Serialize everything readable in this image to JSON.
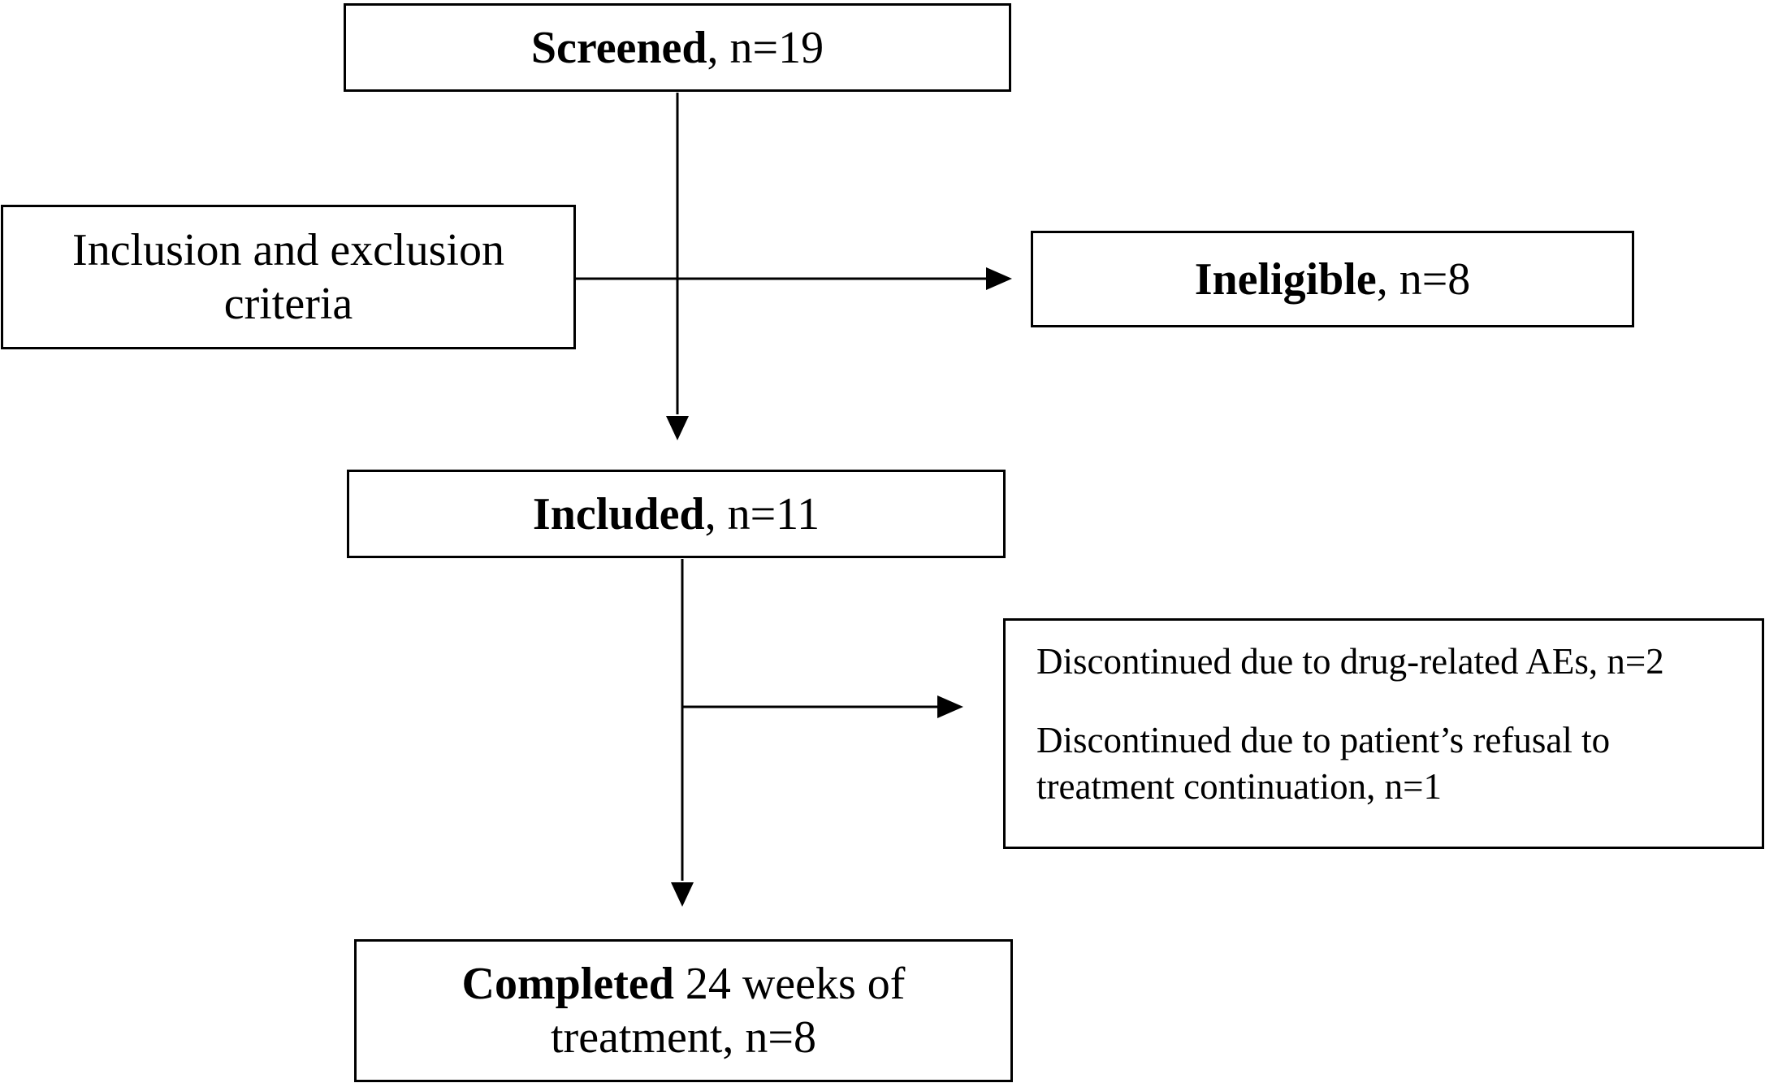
{
  "flowchart": {
    "screened": {
      "bold": "Screened",
      "rest": ", n=19"
    },
    "criteria": {
      "line1": "Inclusion and exclusion",
      "line2": "criteria"
    },
    "ineligible": {
      "bold": "Ineligible",
      "rest": ", n=8"
    },
    "included": {
      "bold": "Included",
      "rest": ", n=11"
    },
    "discontinued": {
      "item1": "Discontinued due to drug-related AEs, n=2",
      "item2_line1": "Discontinued due to patient’s refusal to",
      "item2_line2": "treatment continuation, n=1"
    },
    "completed": {
      "bold": "Completed",
      "rest1": " 24 weeks of",
      "line2": "treatment, n=8"
    }
  },
  "colors": {
    "stroke": "#000000",
    "background": "#ffffff"
  }
}
